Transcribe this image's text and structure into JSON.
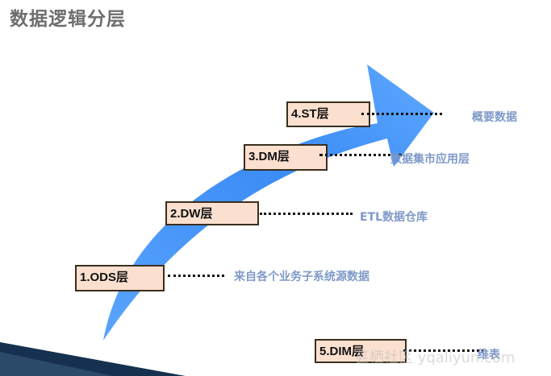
{
  "title": "数据逻辑分层",
  "layers": [
    {
      "label": "1.ODS层",
      "desc": "来自各个业务子系统源数据"
    },
    {
      "label": "2.DW层",
      "desc": "ETL数据仓库"
    },
    {
      "label": "3.DM层",
      "desc": "数据集市应用层"
    },
    {
      "label": "4.ST层",
      "desc": "概要数据"
    },
    {
      "label": "5.DIM层",
      "desc": "维表"
    }
  ],
  "colors": {
    "arrow": "#3d8ef7",
    "box_fill": "#fbe0cf",
    "desc_text": "#7f9ac8",
    "title_text": "#6e6e6e"
  },
  "watermark": "芸栖社区 yqaliyun.com"
}
